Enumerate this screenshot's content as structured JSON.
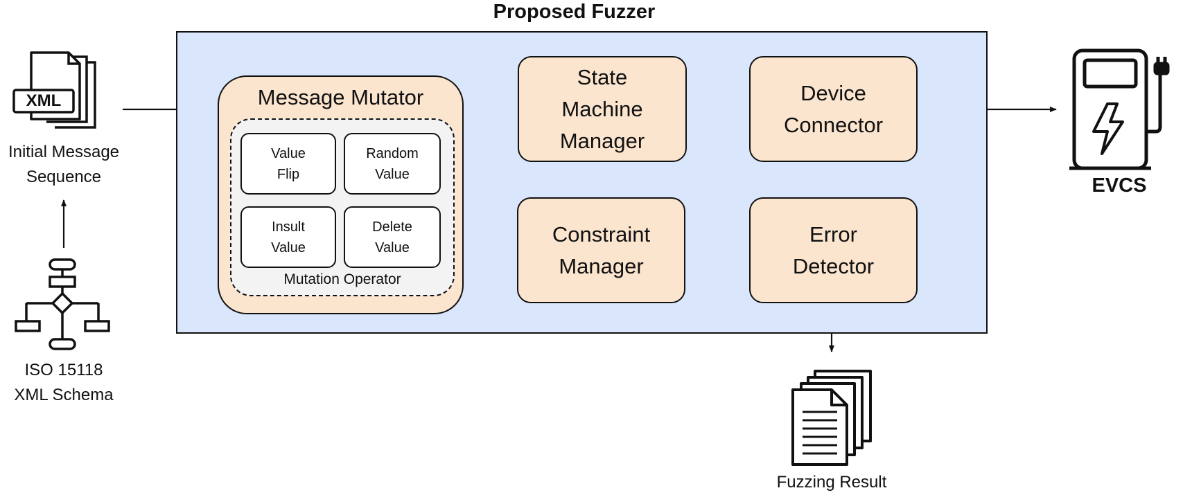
{
  "diagram": {
    "title": "Proposed Fuzzer",
    "inputs": {
      "initial_message": "Initial Message\nSequence",
      "xml_icon_text": "XML",
      "schema": "ISO 15118\nXML Schema"
    },
    "mutator": {
      "title": "Message Mutator",
      "operators": [
        "Value\nFlip",
        "Random\nValue",
        "Insult\nValue",
        "Delete\nValue"
      ],
      "operator_group_label": "Mutation Operator"
    },
    "modules": {
      "state_machine": "State\nMachine\nManager",
      "constraint": "Constraint\nManager",
      "device_connector": "Device\nConnector",
      "error_detector": "Error\nDetector"
    },
    "target": {
      "label": "EVCS"
    },
    "output": {
      "label": "Fuzzing Result"
    },
    "colors": {
      "fuzzer_bg": "#dae6fb",
      "module_fill": "#fbe5cf",
      "operator_bg": "#f3f3f3"
    }
  }
}
